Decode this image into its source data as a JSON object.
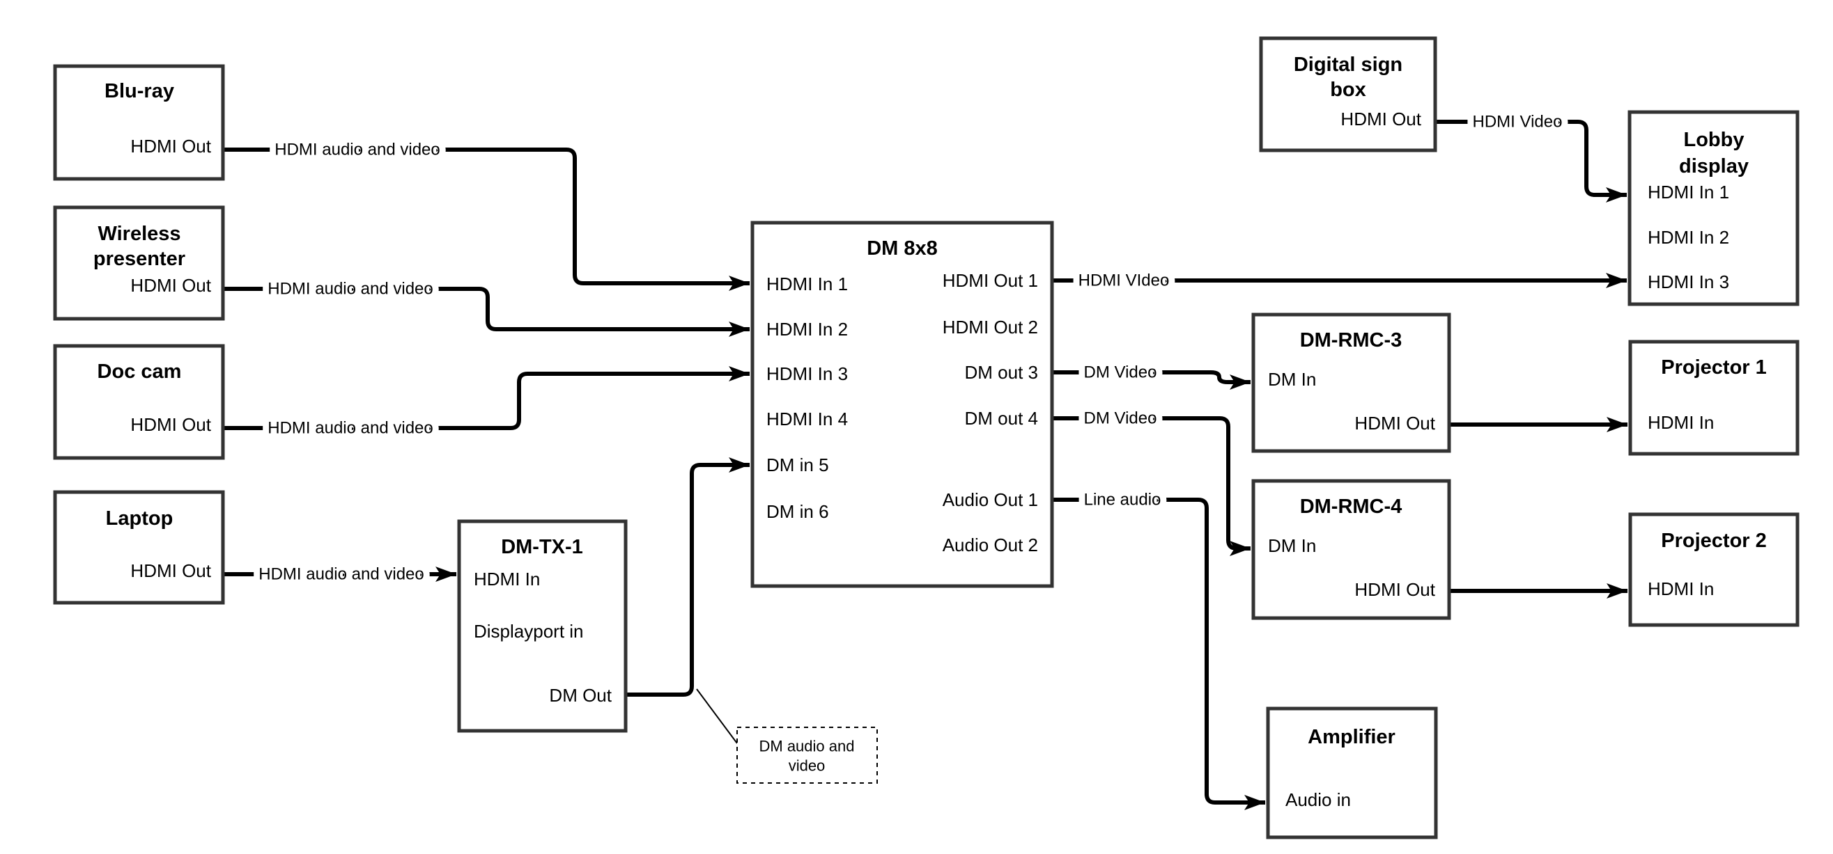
{
  "colors": {
    "background": "#ffffff",
    "wire": "#000000",
    "box_border": "#333333",
    "box_fill": "#ffffff"
  },
  "nodes": {
    "bluray": {
      "title": "Blu-ray",
      "port_hdmi_out": "HDMI Out"
    },
    "wireless_presenter": {
      "title_line1": "Wireless",
      "title_line2": "presenter",
      "port_hdmi_out": "HDMI Out"
    },
    "doc_cam": {
      "title": "Doc cam",
      "port_hdmi_out": "HDMI Out"
    },
    "laptop": {
      "title": "Laptop",
      "port_hdmi_out": "HDMI Out"
    },
    "dm_tx_1": {
      "title": "DM-TX-1",
      "port_hdmi_in": "HDMI In",
      "port_displayport_in": "Displayport in",
      "port_dm_out": "DM Out"
    },
    "dm_8x8": {
      "title": "DM 8x8",
      "port_hdmi_in_1": "HDMI In 1",
      "port_hdmi_in_2": "HDMI In 2",
      "port_hdmi_in_3": "HDMI In 3",
      "port_hdmi_in_4": "HDMI In 4",
      "port_dm_in_5": "DM in 5",
      "port_dm_in_6": "DM in 6",
      "port_hdmi_out_1": "HDMI Out 1",
      "port_hdmi_out_2": "HDMI Out 2",
      "port_dm_out_3": "DM out 3",
      "port_dm_out_4": "DM out 4",
      "port_audio_out_1": "Audio Out 1",
      "port_audio_out_2": "Audio Out 2"
    },
    "digital_sign_box": {
      "title_line1": "Digital sign",
      "title_line2": "box",
      "port_hdmi_out": "HDMI Out"
    },
    "lobby_display": {
      "title_line1": "Lobby",
      "title_line2": "display",
      "port_hdmi_in_1": "HDMI In 1",
      "port_hdmi_in_2": "HDMI In 2",
      "port_hdmi_in_3": "HDMI In 3"
    },
    "dm_rmc_3": {
      "title": "DM-RMC-3",
      "port_dm_in": "DM In",
      "port_hdmi_out": "HDMI Out"
    },
    "projector_1": {
      "title": "Projector 1",
      "port_hdmi_in": "HDMI In"
    },
    "dm_rmc_4": {
      "title": "DM-RMC-4",
      "port_dm_in": "DM In",
      "port_hdmi_out": "HDMI Out"
    },
    "projector_2": {
      "title": "Projector 2",
      "port_hdmi_in": "HDMI In"
    },
    "amplifier": {
      "title": "Amplifier",
      "port_audio_in": "Audio in"
    }
  },
  "wire_labels": {
    "bluray_to_dm8x8": "HDMI audio and video",
    "wireless_to_dm8x8": "HDMI audio and video",
    "doccam_to_dm8x8": "HDMI audio and video",
    "laptop_to_dmtx1": "HDMI audio and video",
    "hdmi_out_1_to_lobby": "HDMI VIdeo",
    "dm_out_3_to_rmc3": "DM Video",
    "dm_out_4_to_rmc4": "DM Video",
    "audio_out_1_to_amplifier": "Line audio",
    "digital_sign_to_lobby": "HDMI Video"
  },
  "annotation": {
    "line1": "DM audio and",
    "line2": "video"
  }
}
